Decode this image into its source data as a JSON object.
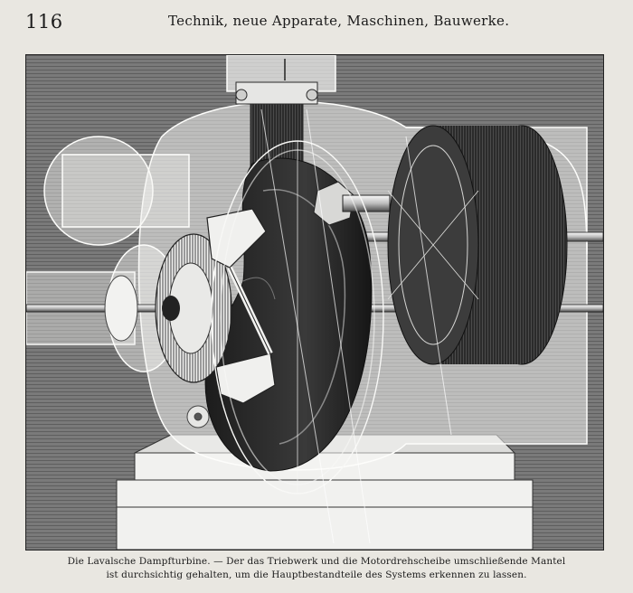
{
  "header": {
    "page_number": "116",
    "running_title": "Technik, neue Apparate, Maschinen, Bauwerke."
  },
  "caption": {
    "line1": "Die Lavalsche Dampfturbine. — Der das Triebwerk und die Motordrehscheibe umschließende Mantel",
    "line2": "ist durchsichtig gehalten, um die Hauptbestandteile des Systems erkennen zu lassen."
  },
  "colors": {
    "paper": "#e9e7e1",
    "ink": "#1b1b1b",
    "engraving_background": "#6f6f6f",
    "casing_white": "#f4f4f2"
  }
}
